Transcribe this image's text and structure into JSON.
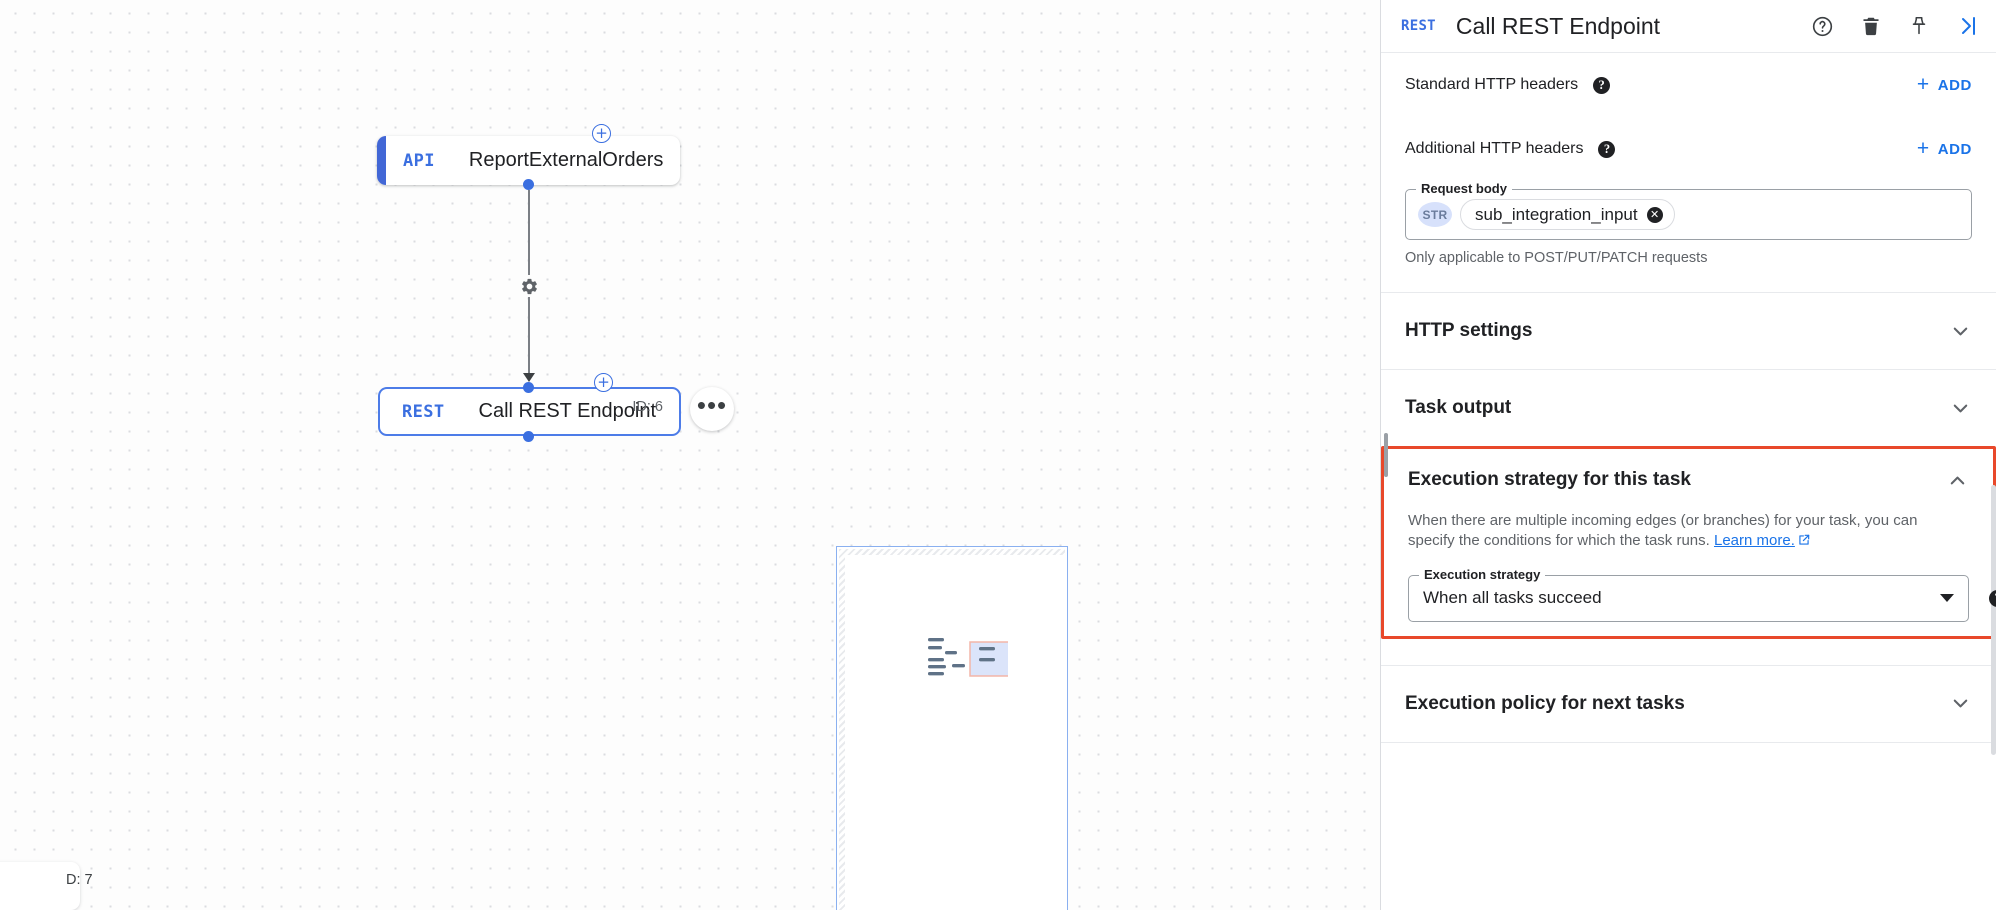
{
  "canvas": {
    "nodes": [
      {
        "type": "API",
        "title": "ReportExternalOrders",
        "id_label": ""
      },
      {
        "type": "REST",
        "title": "Call REST Endpoint",
        "id_label": "ID: 6"
      }
    ],
    "cut_off_node_id": "D: 7",
    "edge_gear_icon": "gear-icon",
    "add_node_icon": "plus-circle-icon",
    "more_options_label": "•••"
  },
  "panel": {
    "header": {
      "badge": "REST",
      "title": "Call REST Endpoint",
      "icons": [
        "help-circle-icon",
        "trash-icon",
        "pin-icon",
        "collapse-panel-icon"
      ]
    },
    "standard_headers": {
      "label": "Standard HTTP headers",
      "add_label": "ADD",
      "plus": "+"
    },
    "additional_headers": {
      "label": "Additional HTTP headers",
      "add_label": "ADD",
      "plus": "+"
    },
    "request_body": {
      "legend": "Request body",
      "chip_type": "STR",
      "chip_value": "sub_integration_input",
      "hint": "Only applicable to POST/PUT/PATCH requests"
    },
    "sections": [
      {
        "title": "HTTP settings",
        "state": "collapsed"
      },
      {
        "title": "Task output",
        "state": "collapsed"
      }
    ],
    "execution_strategy": {
      "title": "Execution strategy for this task",
      "state": "expanded",
      "description_line1": "When there are multiple incoming edges (or branches) for your task,",
      "description_line2": "you can specify the conditions for which the task runs.",
      "learn_more": "Learn more.",
      "field_legend": "Execution strategy",
      "value": "When all tasks succeed",
      "highlight_color": "#e8482a"
    },
    "execution_policy": {
      "title": "Execution policy for next tasks",
      "state": "collapsed"
    }
  },
  "colors": {
    "accent_blue": "#1a73e8",
    "node_blue": "#3b6fe0",
    "highlight_red": "#e8482a",
    "text_primary": "#202124",
    "text_secondary": "#5f6368"
  }
}
